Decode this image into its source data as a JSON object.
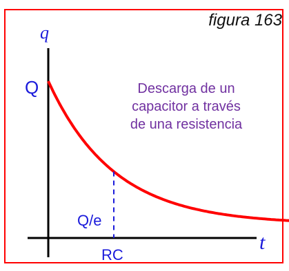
{
  "figure_label": "figura 163",
  "description_lines": [
    "Descarga de un",
    "capacitor a través",
    "de una resistencia"
  ],
  "colors": {
    "frame": "#ff0000",
    "axes": "#000000",
    "curve": "#ff0000",
    "dashed": "#1a1adb",
    "description": "#7030a0",
    "axis_letters": "#1a1adb"
  },
  "chart_data": {
    "type": "line",
    "title": "",
    "xlabel": "t",
    "ylabel": "q",
    "y_max_label": "Q",
    "marker_y_label": "Q/e",
    "marker_x_label": "RC",
    "function": "q = Q·e^(−t/RC)",
    "x_range_in_RC": [
      0,
      4
    ],
    "y_range_in_Q": [
      0,
      1
    ]
  }
}
